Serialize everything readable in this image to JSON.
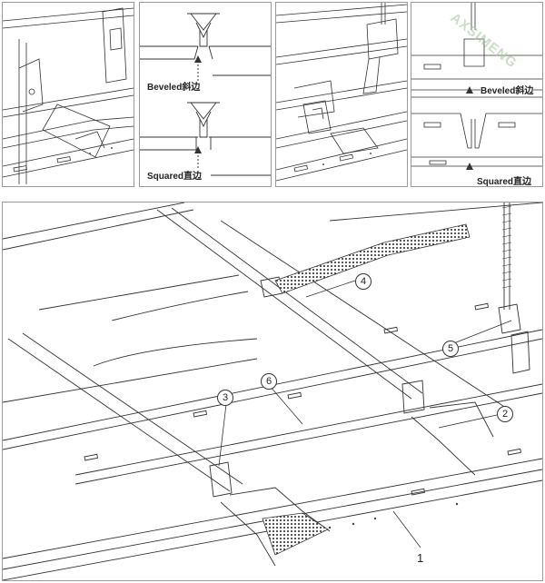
{
  "panels": {
    "beveled_label_a": "Beveled斜边",
    "squared_label_a": "Squared直边",
    "beveled_label_b": "Beveled斜边",
    "squared_label_b": "Squared直边",
    "watermark": "AXSIMENG"
  },
  "callouts": {
    "one": "1",
    "two": "2",
    "three": "3",
    "four": "4",
    "five": "5",
    "six": "6"
  }
}
